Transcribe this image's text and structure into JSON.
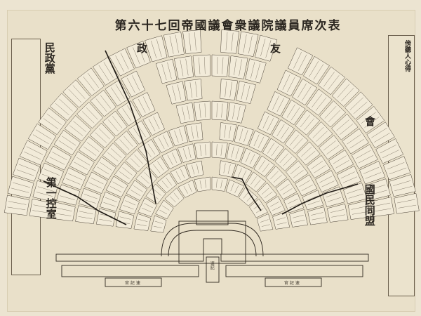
{
  "document": {
    "title": "第六十七回帝國議會衆議院議員席次表",
    "factions": {
      "minseito": "民政黨",
      "seiyukai": "政友會",
      "first_waiting_room": "第一控室",
      "kokumin_domei": "國民同盟"
    },
    "bottom_labels": {
      "left_box": "官 記 速",
      "right_box": "官 記 速",
      "center": "速記"
    },
    "legend_title": "傍聽人心得"
  }
}
